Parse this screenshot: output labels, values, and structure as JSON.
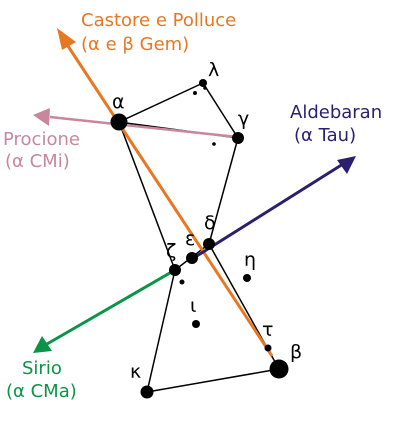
{
  "stars": {
    "alpha": "α",
    "beta": "β",
    "gamma": "γ",
    "delta": "δ",
    "epsilon": "ε",
    "zeta": "ζ",
    "eta": "η",
    "iota": "ι",
    "kappa": "κ",
    "lambda": "λ",
    "tau": "τ"
  },
  "pointers": {
    "castor_pollux": {
      "line1": "Castore e Polluce",
      "line2": "(α e β Gem)",
      "color": "#e87722"
    },
    "procyon": {
      "line1": "Procione",
      "line2": "(α CMi)",
      "color": "#c9879c"
    },
    "aldebaran": {
      "line1": "Aldebaran",
      "line2": "(α Tau)",
      "color": "#2b1f6e"
    },
    "sirius": {
      "line1": "Sirio",
      "line2": "(α CMa)",
      "color": "#0a9447"
    }
  },
  "colors": {
    "constellation_lines": "#000000",
    "stars": "#000000"
  }
}
